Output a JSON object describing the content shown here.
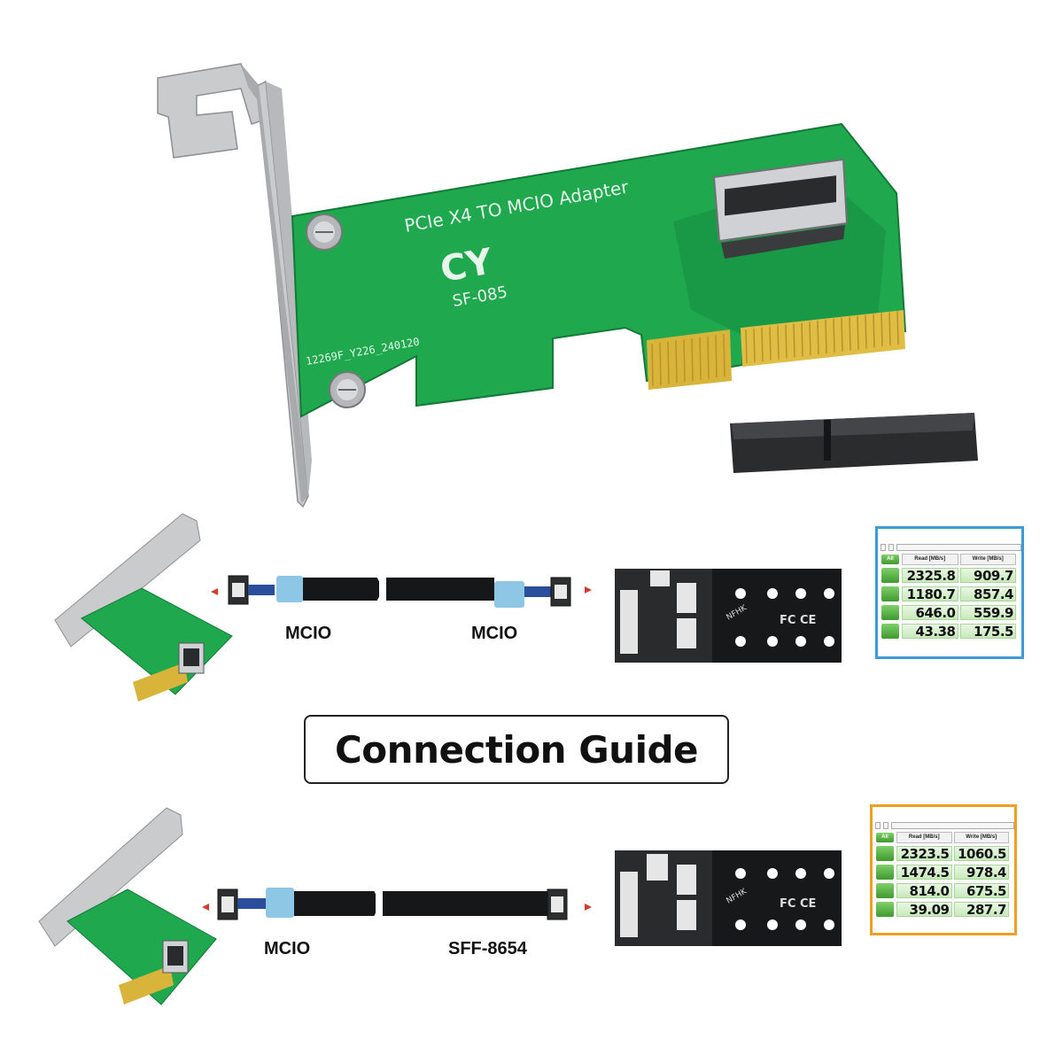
{
  "card": {
    "pcb_title": "PCIe X4 TO MCIO Adapter",
    "brand_logo": "CY",
    "model": "SF-085",
    "serial": "12269F_Y226_240120"
  },
  "connection_guide_label": "Connection Guide",
  "diagram_top": {
    "left_label": "MCIO",
    "right_label": "MCIO",
    "ssd_adapter_text": "NFHK",
    "benchmark": {
      "border_color": "#3a9bd8",
      "headers": [
        "All",
        "Read [MB/s]",
        "Write [MB/s]"
      ],
      "rows": [
        {
          "read": "2325.8",
          "write": "909.7"
        },
        {
          "read": "1180.7",
          "write": "857.4"
        },
        {
          "read": "646.0",
          "write": "559.9"
        },
        {
          "read": "43.38",
          "write": "175.5"
        }
      ]
    }
  },
  "diagram_bottom": {
    "left_label": "MCIO",
    "right_label": "SFF-8654",
    "ssd_adapter_text": "NFHK",
    "benchmark": {
      "border_color": "#f0a020",
      "headers": [
        "All",
        "Read [MB/s]",
        "Write [MB/s]"
      ],
      "rows": [
        {
          "read": "2323.5",
          "write": "1060.5"
        },
        {
          "read": "1474.5",
          "write": "978.4"
        },
        {
          "read": "814.0",
          "write": "675.5"
        },
        {
          "read": "39.09",
          "write": "287.7"
        }
      ]
    }
  }
}
